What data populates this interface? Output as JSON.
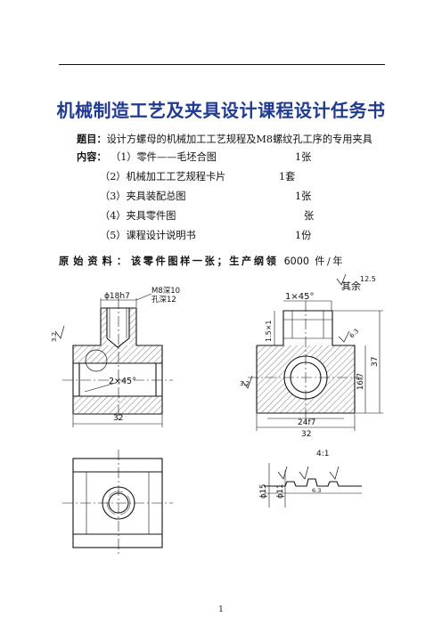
{
  "document": {
    "title": "机械制造工艺及夹具设计课程设计任务书",
    "topic_label": "题目：",
    "topic_text": "设计方螺母的机械加工工艺规程及M8螺纹孔工序的专用夹具",
    "content_label": "内容：",
    "tasks": [
      {
        "item": "（1）零件——毛坯合图",
        "qty": "1张"
      },
      {
        "item": "（2）机械加工工艺规程卡片",
        "qty": "1套"
      },
      {
        "item": "（3）夹具装配总图",
        "qty": "1张"
      },
      {
        "item": "（4）夹具零件图",
        "qty": "张"
      },
      {
        "item": "（5）课程设计说明书",
        "qty": "1份"
      }
    ],
    "original_label": "原始资料：",
    "original_text_a": "该零件图样一张；生产纲领",
    "original_qty": "6000",
    "original_text_b": "件/年",
    "page_number": "1"
  },
  "drawing": {
    "dim_phi18": "ϕ18h7",
    "note_m8": "M8深10",
    "note_hole": "孔深12",
    "rough_left": "3.2",
    "chamfer_inner": "2×45°",
    "dim_32_left": "32",
    "chamfer_top": "1×45°",
    "rest_label": "其余",
    "rest_rough": "12.5",
    "dim_1_5": "1.5×1",
    "rough_r1": "6.3",
    "rough_r2": "3.2",
    "dim_37": "37",
    "dim_16f7": "16f7",
    "dim_24f7": "24f7",
    "dim_32_right": "32",
    "scale_label": "4:1",
    "detail_dia15": "ϕ15",
    "detail_dia11": "ϕ11",
    "detail_rough": "6.3"
  }
}
